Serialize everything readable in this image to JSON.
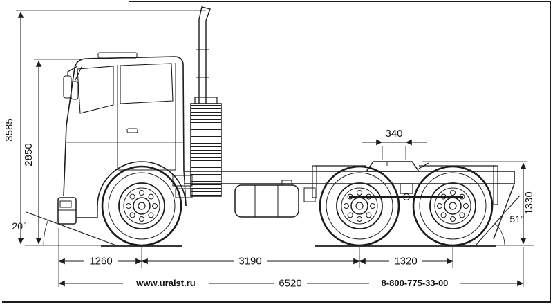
{
  "colors": {
    "background": "#ffffff",
    "line": "#1c1c1c",
    "text": "#111111"
  },
  "dims": {
    "overall_height": "3585",
    "cab_height": "2850",
    "fifth_wheel_offset": "340",
    "fifth_wheel_height": "1330",
    "approach_angle": "20°",
    "departure_angle": "51°",
    "front_overhang": "1260",
    "wheelbase": "3190",
    "rear_bogie_spacing": "1320",
    "overall_length": "6520"
  },
  "footer": {
    "website": "www.uralst.ru",
    "phone": "8-800-775-33-00"
  }
}
